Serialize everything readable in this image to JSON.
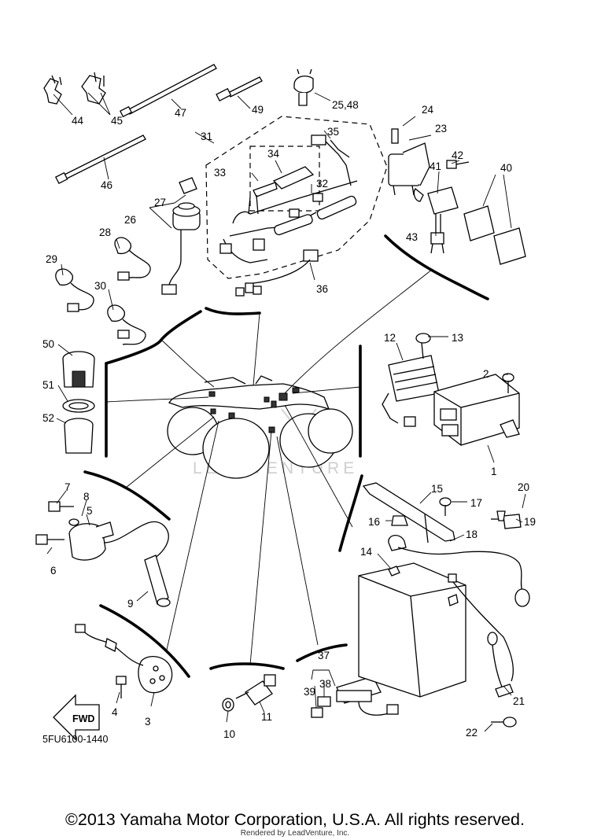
{
  "callouts": {
    "c1": "1",
    "c2": "2",
    "c3": "3",
    "c4": "4",
    "c5": "5",
    "c6": "6",
    "c7": "7",
    "c8": "8",
    "c9": "9",
    "c10": "10",
    "c11": "11",
    "c12": "12",
    "c13": "13",
    "c14": "14",
    "c15": "15",
    "c16": "16",
    "c17": "17",
    "c18": "18",
    "c19": "19",
    "c20": "20",
    "c21": "21",
    "c22": "22",
    "c23": "23",
    "c24": "24",
    "c2548": "25,48",
    "c26": "26",
    "c27": "27",
    "c28": "28",
    "c29": "29",
    "c30": "30",
    "c31": "31",
    "c32": "32",
    "c33": "33",
    "c34": "34",
    "c35": "35",
    "c36": "36",
    "c37": "37",
    "c38": "38",
    "c39": "39",
    "c40": "40",
    "c41": "41",
    "c42": "42",
    "c43": "43",
    "c44": "44",
    "c45": "45",
    "c46": "46",
    "c47": "47",
    "c49": "49",
    "c50": "50",
    "c51": "51",
    "c52": "52"
  },
  "fwd_label": "FWD",
  "diagram_code": "5FU6100-1440",
  "watermark": "LEADVENTURE",
  "copyright": "©2013 Yamaha Motor Corporation, U.S.A. All rights reserved.",
  "rendered_by": "Rendered by LeadVenture, Inc."
}
